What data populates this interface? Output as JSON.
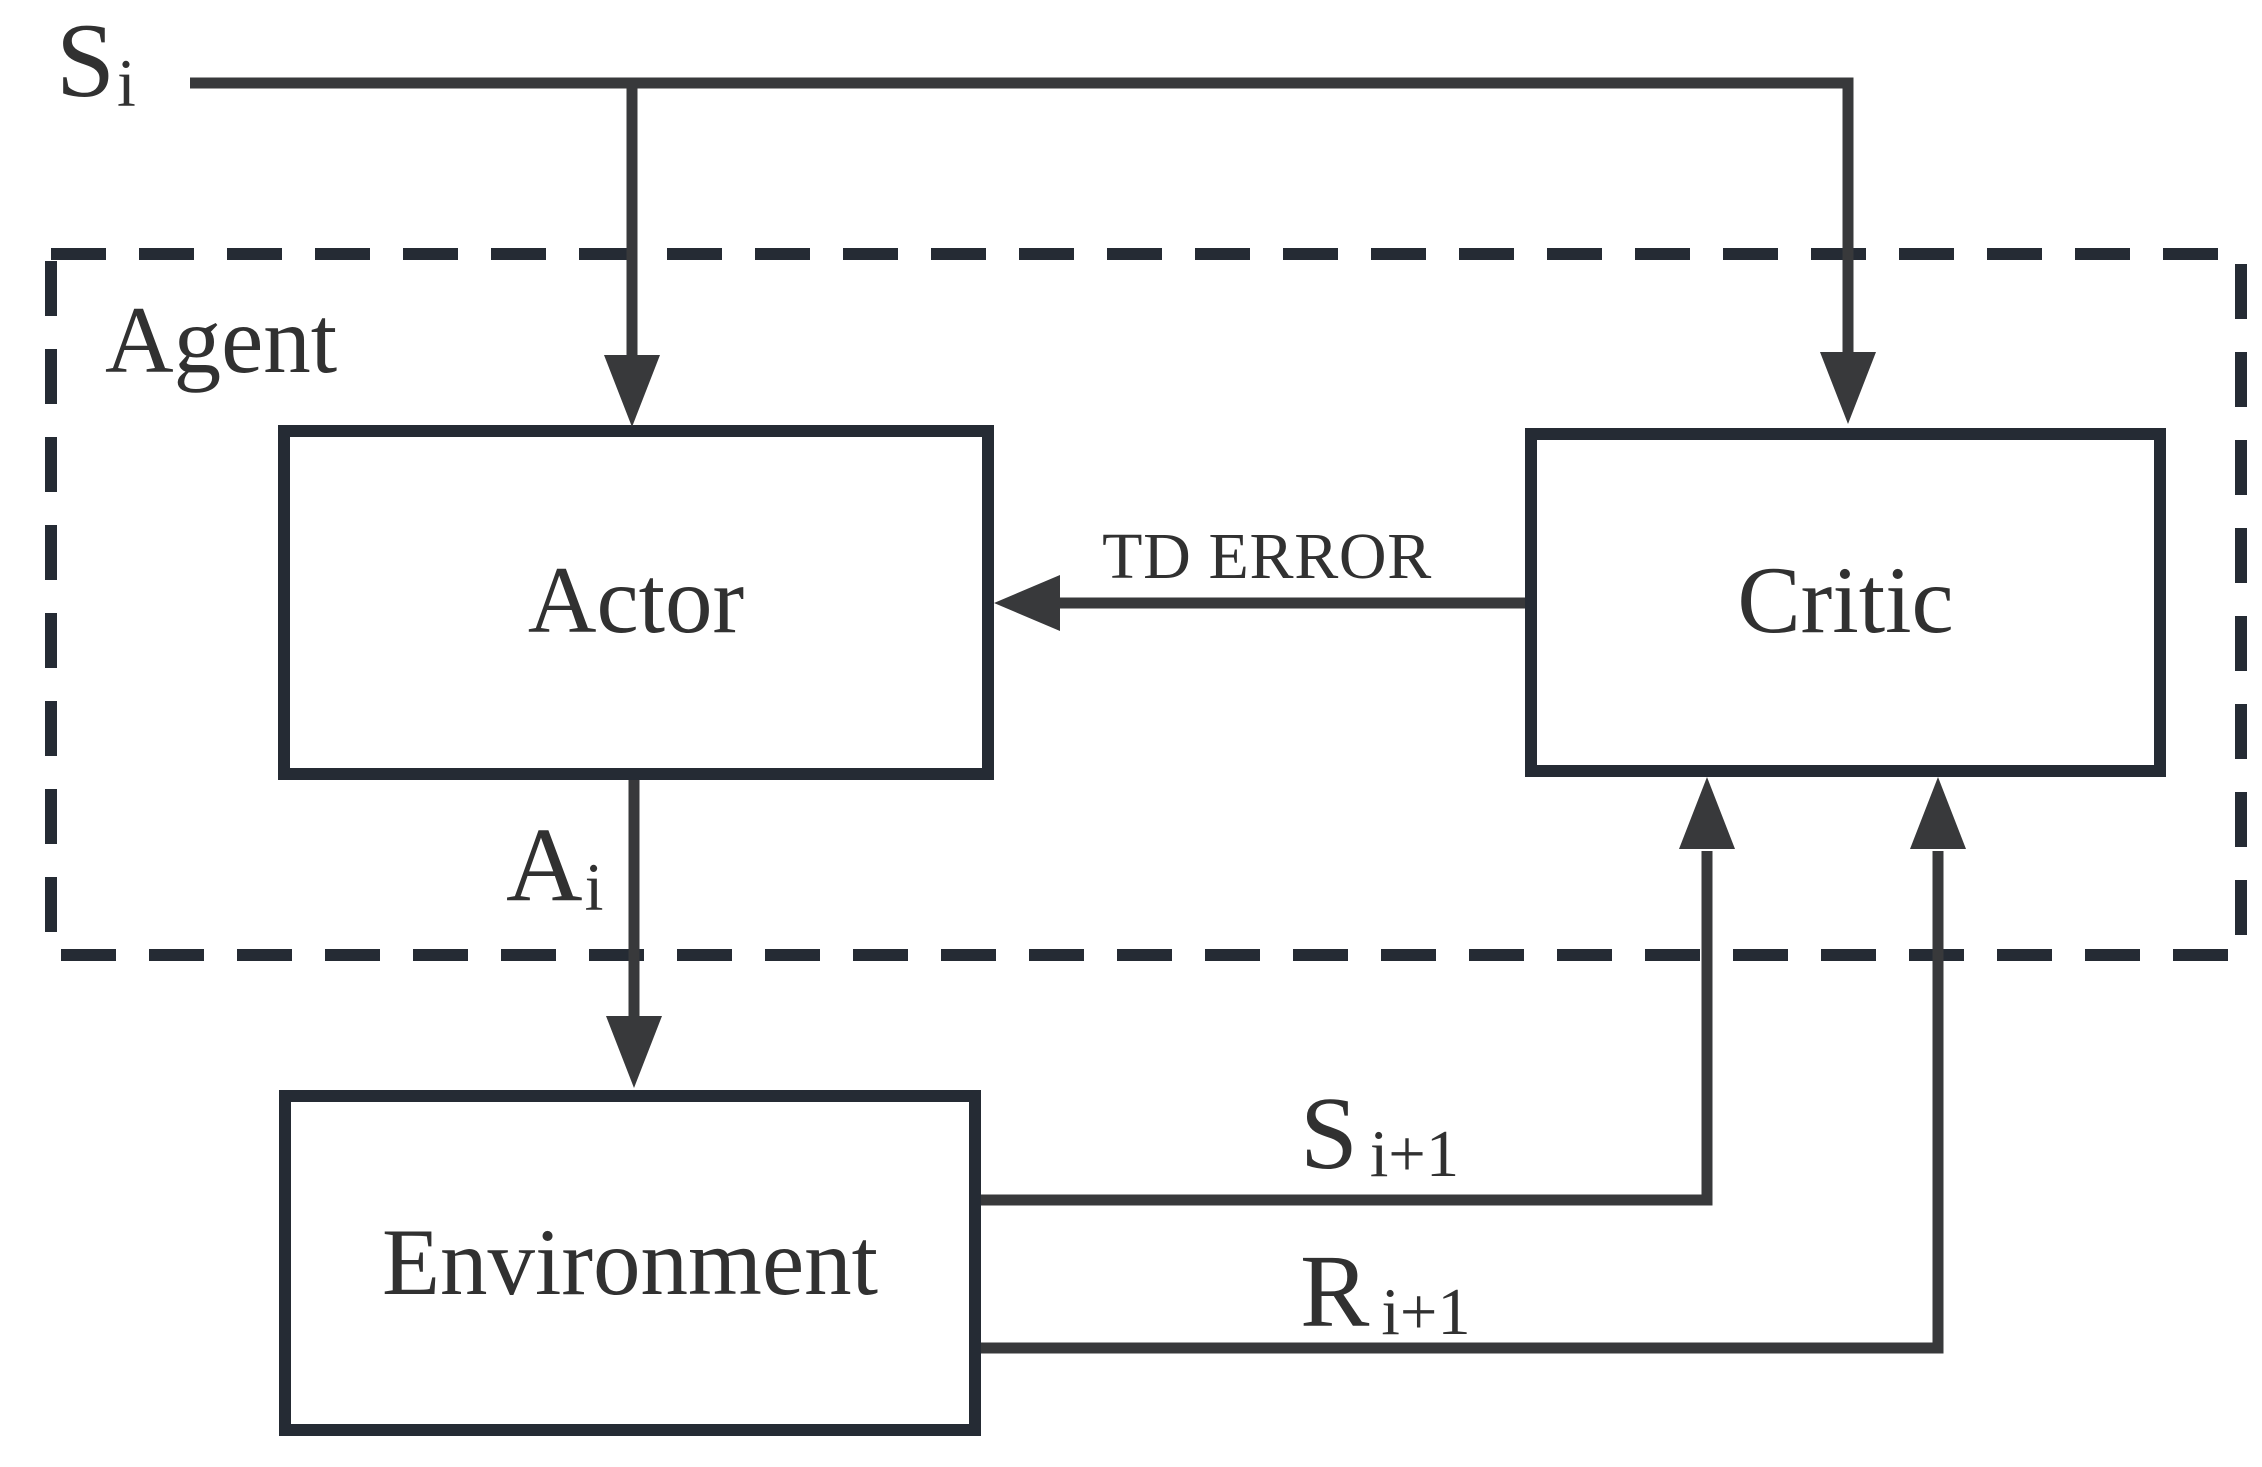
{
  "diagram": {
    "boxes": {
      "agent": "Agent",
      "actor": "Actor",
      "critic": "Critic",
      "environment": "Environment"
    },
    "arrows": {
      "td_error": "TD ERROR"
    },
    "signals": {
      "state": {
        "base": "S",
        "sub": "i"
      },
      "action": {
        "base": "A",
        "sub": "i"
      },
      "next_state": {
        "base": "S",
        "sub": "i+1"
      },
      "reward": {
        "base": "R",
        "sub": "i+1"
      }
    },
    "colors": {
      "background": "#ffffff",
      "box_border": "#252b34",
      "line": "#38393b",
      "text": "#313131"
    }
  }
}
